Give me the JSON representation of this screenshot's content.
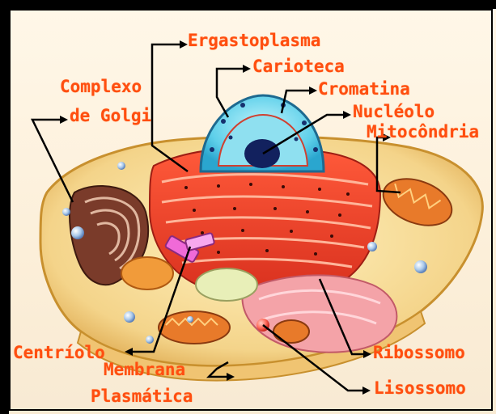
{
  "labels": {
    "ergastoplasma": "Ergastoplasma",
    "carioteca": "Carioteca",
    "cromatina": "Cromatina",
    "nucleolo": "Nucléolo",
    "mitocondria": "Mitocôndria",
    "complexo": "Complexo",
    "de_golgi": "de Golgi",
    "centriolo": "Centríolo",
    "membrana": "Membrana",
    "plasmatica": "Plasmática",
    "ribossomo": "Ribossomo",
    "lisossomo": "Lisossomo"
  },
  "colors": {
    "label": "#ff4e10",
    "leader": "#000000",
    "background": "#fcefd9",
    "frame": "#000000"
  }
}
